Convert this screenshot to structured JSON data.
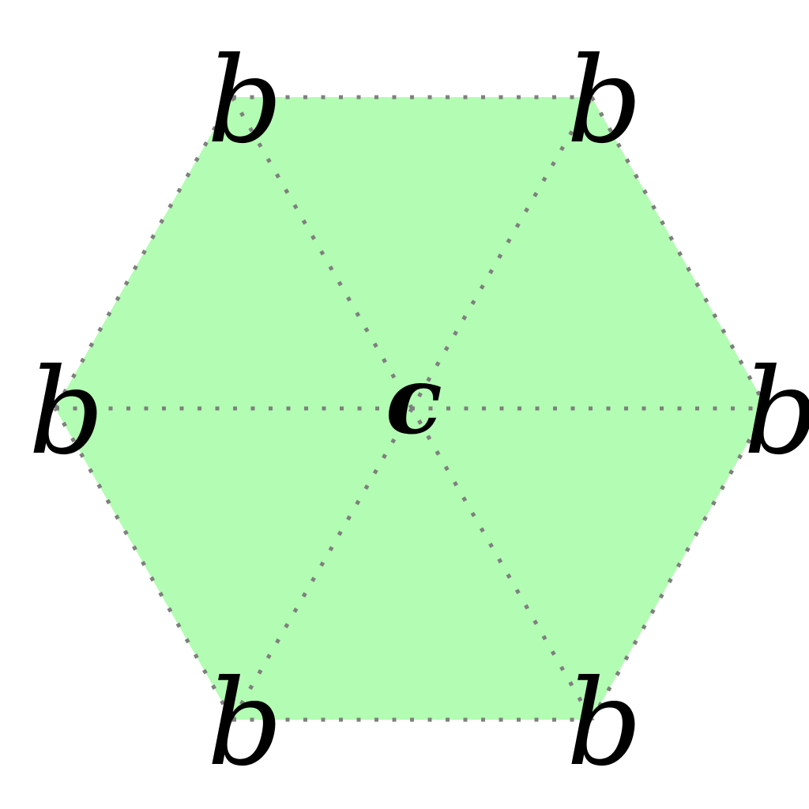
{
  "diagram": {
    "shape": "hexagon",
    "colors": {
      "fill": "#b3fcb3",
      "edge": "#7f7f7f",
      "label": "#000000"
    },
    "edge_style": "dotted",
    "center_label": "c",
    "vertex_labels": [
      "b",
      "b",
      "b",
      "b",
      "b",
      "b"
    ]
  }
}
